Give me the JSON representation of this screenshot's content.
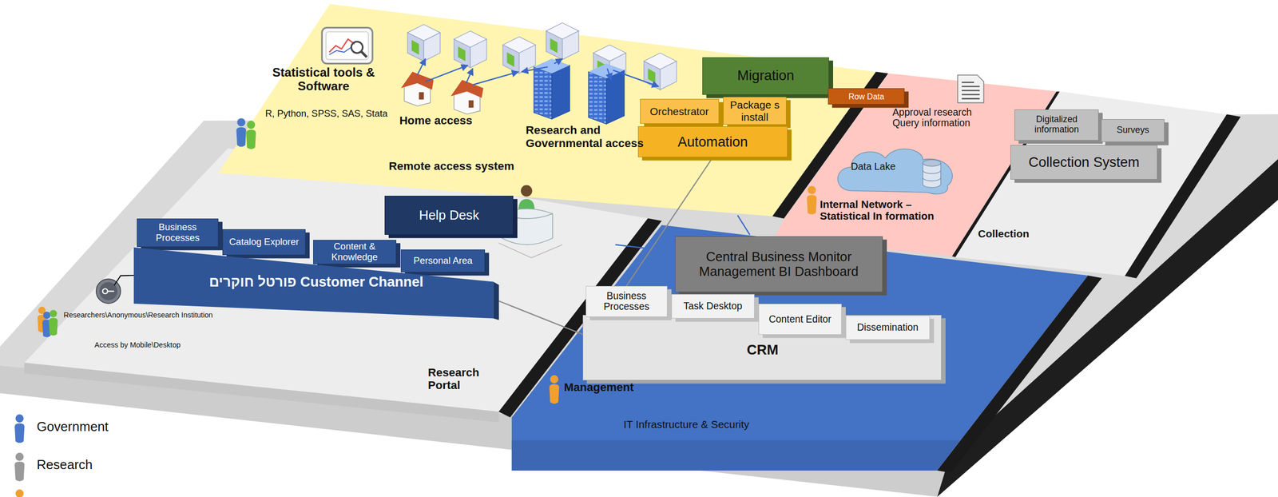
{
  "diagram": {
    "nodes": [
      {
        "text": [
          "Remote access system"
        ]
      },
      {
        "text": [
          "Migration"
        ],
        "in": 0
      },
      {
        "text": [
          "Orchestrator"
        ],
        "in": 0
      },
      {
        "text": [
          "Package s install"
        ],
        "in": 0
      },
      {
        "text": [
          "Automation"
        ],
        "in": 0
      },
      {
        "text": [
          "Row Data"
        ]
      },
      {
        "text": [
          "Research Portal"
        ]
      },
      {
        "text": [
          "Help Desk"
        ],
        "in": 6
      },
      {
        "text": [
          "Business Processes"
        ],
        "in": 6
      },
      {
        "text": [
          "Catalog Explorer"
        ],
        "in": 6
      },
      {
        "text": [
          "Content & Knowledge"
        ],
        "in": 6
      },
      {
        "text": [
          "Personal Area"
        ],
        "in": 6
      },
      {
        "text": [
          "פורטל חוקרים   Customer Channel"
        ],
        "in": 6
      },
      {
        "text": [
          "Internal Network – Statistical In formation"
        ]
      },
      {
        "text": [
          "Data Lake"
        ],
        "in": 13
      },
      {
        "text": [
          "Collection"
        ]
      },
      {
        "text": [
          "Digitalized information"
        ],
        "in": 15
      },
      {
        "text": [
          "Surveys"
        ],
        "in": 15
      },
      {
        "text": [
          "Collection System"
        ],
        "in": 15
      },
      {
        "text": [
          "Management",
          "IT Infrastructure & Security"
        ]
      },
      {
        "text": [
          "Central Business Monitor Management BI  Dashboard"
        ],
        "in": 19
      },
      {
        "text": [
          "CRM"
        ],
        "in": 19
      },
      {
        "text": [
          "Business Processes"
        ],
        "in": 21
      },
      {
        "text": [
          "Task Desktop"
        ],
        "in": 21
      },
      {
        "text": [
          "Content Editor"
        ],
        "in": 21
      },
      {
        "text": [
          "Dissemination"
        ],
        "in": 21
      }
    ],
    "edges": [
      {
        "from": 12,
        "to": 21,
        "arrow": "none"
      },
      {
        "from": 4,
        "to": 22,
        "arrow": "none"
      }
    ],
    "labels": [
      "Statistical tools & Software",
      "R, Python, SPSS, SAS, Stata",
      "Home access",
      "Research and Governmental access",
      "Researchers\\Anonymous\\Research Institution",
      "Access by Mobile\\Desktop",
      "Approval research Query information"
    ],
    "legend": [
      {
        "text": "Government"
      },
      {
        "text": "Research"
      }
    ]
  }
}
